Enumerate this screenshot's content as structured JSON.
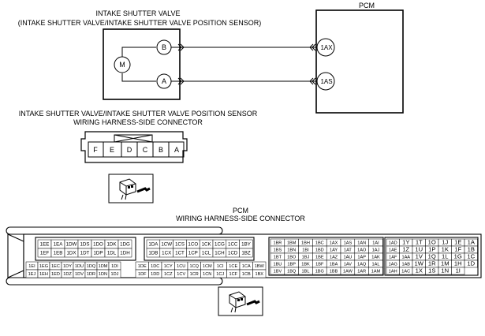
{
  "valve": {
    "title": "INTAKE SHUTTER VALVE",
    "subtitle": "(INTAKE SHUTTER VALVE/INTAKE SHUTTER VALVE POSITION SENSOR)",
    "pin_b": "B",
    "pin_a": "A",
    "motor": "M"
  },
  "pcm": {
    "title": "PCM",
    "pin_top": "1AX",
    "pin_bottom": "1AS"
  },
  "valve_connector": {
    "line1": "INTAKE SHUTTER VALVE/INTAKE SHUTTER VALVE POSITION SENSOR",
    "line2": "WIRING HARNESS-SIDE CONNECTOR",
    "pins": [
      "F",
      "E",
      "D",
      "C",
      "B",
      "A"
    ]
  },
  "pcm_connector": {
    "line1": "PCM",
    "line2": "WIRING HARNESS-SIDE CONNECTOR",
    "block1": [
      [
        "1EE",
        "1EA",
        "1DW",
        "1DS",
        "1DO",
        "1DK",
        "1DG"
      ],
      [
        "1EF",
        "1EB",
        "1DX",
        "1DT",
        "1DP",
        "1DL",
        "1DH"
      ]
    ],
    "block2": [
      [
        "1DA",
        "1CW",
        "1CS",
        "1CO",
        "1CK",
        "1CG",
        "1CC",
        "1BY"
      ],
      [
        "1DB",
        "1CX",
        "1CT",
        "1CP",
        "1CL",
        "1CH",
        "1CD",
        "1BZ"
      ]
    ],
    "block3": [
      [
        "1EI",
        "1EG",
        "1EC",
        "1DY",
        "1DU",
        "1DQ",
        "1DM",
        "1DI"
      ],
      [
        "1EJ",
        "1EH",
        "1ED",
        "1DZ",
        "1DV",
        "1DR",
        "1DN",
        "1DJ"
      ]
    ],
    "block4": [
      [
        "1DE",
        "1DC",
        "1CY",
        "1CU",
        "1CQ",
        "1CM",
        "1CI",
        "1CE",
        "1CA",
        "1BW"
      ],
      [
        "1DF",
        "1DD",
        "1CZ",
        "1CV",
        "1CR",
        "1CN",
        "1CJ",
        "1CF",
        "1CB",
        "1BX"
      ]
    ],
    "block5": [
      [
        "1BR",
        "1BM",
        "1BH",
        "1BC",
        "1AX",
        "1AS",
        "1AN",
        "1AI"
      ],
      [
        "1BS",
        "1BN",
        "1BI",
        "1BD",
        "1AY",
        "1AT",
        "1AO",
        "1AJ"
      ],
      [
        "1BT",
        "1BO",
        "1BJ",
        "1BE",
        "1AZ",
        "1AU",
        "1AP",
        "1AK"
      ],
      [
        "1BU",
        "1BP",
        "1BK",
        "1BF",
        "1BA",
        "1AV",
        "1AQ",
        "1AL"
      ],
      [
        "1BV",
        "1BQ",
        "1BL",
        "1BG",
        "1BB",
        "1AW",
        "1AR",
        "1AM"
      ]
    ],
    "block6": [
      [
        "1AD",
        "1Y",
        "1T",
        "1O",
        "1J",
        "1E",
        "1A"
      ],
      [
        "1AE",
        "1Z",
        "1U",
        "1P",
        "1K",
        "1F",
        "1B"
      ],
      [
        "1AF",
        "1AA",
        "1V",
        "1Q",
        "1L",
        "1G",
        "1C"
      ],
      [
        "1AG",
        "1AB",
        "1W",
        "1R",
        "1M",
        "1H",
        "1D"
      ],
      [
        "1AH",
        "1AC",
        "1X",
        "1S",
        "1N",
        "1I",
        ""
      ]
    ]
  }
}
